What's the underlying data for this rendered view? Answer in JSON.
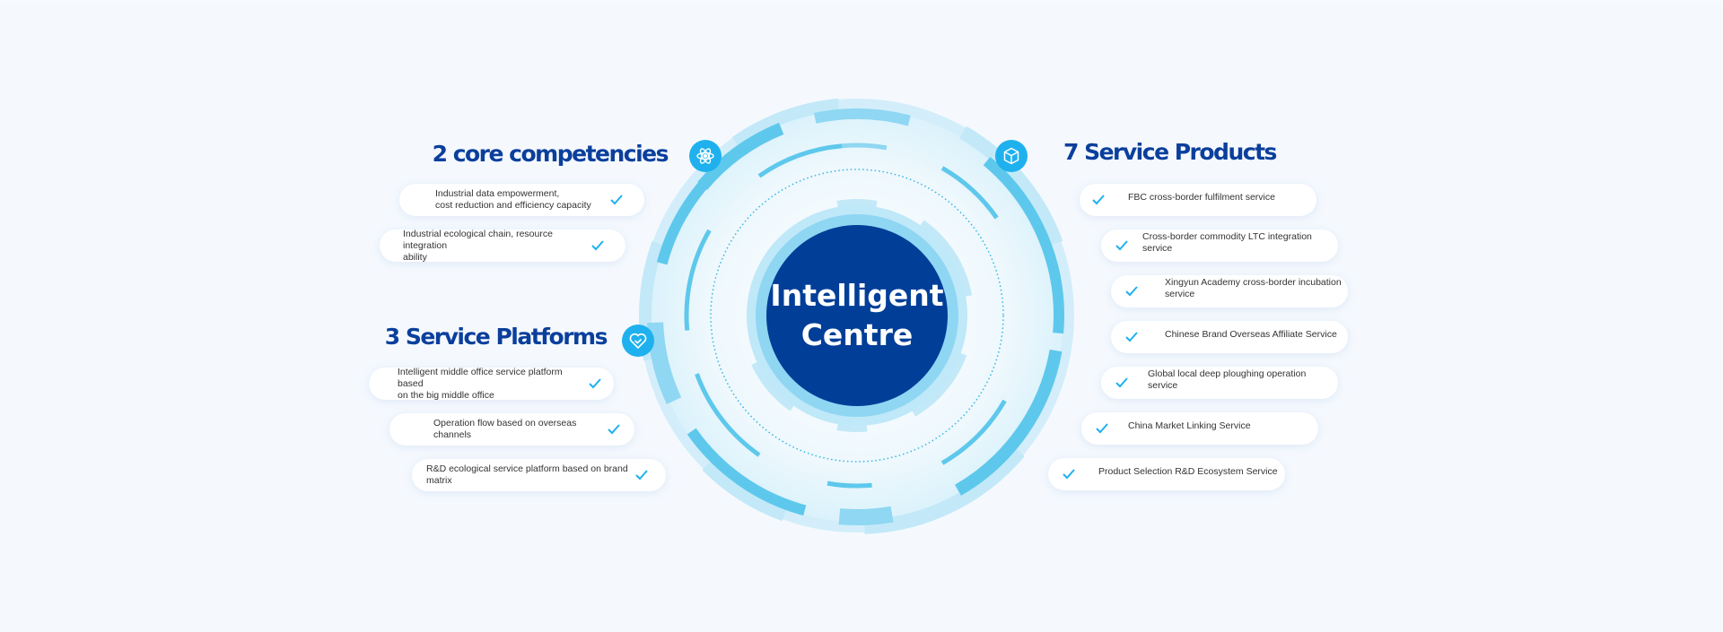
{
  "center": {
    "line1": "Intelligent",
    "line2": "Centre"
  },
  "core": {
    "title": "2 core competencies",
    "icon": "atom-icon",
    "items": [
      {
        "line1": "Industrial data empowerment,",
        "line2": "cost reduction and efficiency capacity"
      },
      {
        "line1": "Industrial ecological chain, resource integration",
        "line2": "ability"
      }
    ]
  },
  "platforms": {
    "title": "3 Service Platforms",
    "icon": "heart-check-icon",
    "items": [
      {
        "line1": "Intelligent middle office service platform based",
        "line2": "on the big middle office"
      },
      {
        "line1": "Operation flow based on overseas channels",
        "line2": ""
      },
      {
        "line1": "R&D ecological service platform based on brand matrix",
        "line2": ""
      }
    ]
  },
  "products": {
    "title": "7 Service Products",
    "icon": "box-icon",
    "items": [
      "FBC cross-border fulfilment service",
      "Cross-border commodity LTC integration service",
      "Xingyun Academy cross-border incubation service",
      "Chinese Brand Overseas Affiliate Service",
      "Global local deep ploughing operation service",
      "China Market Linking Service",
      "Product Selection R&D Ecosystem Service"
    ]
  },
  "colors": {
    "accent": "#1fb1ee",
    "heading": "#0b3f9c",
    "center": "#003e98",
    "ring": "#5fcbee",
    "ring_light": "#c9ecfa"
  }
}
